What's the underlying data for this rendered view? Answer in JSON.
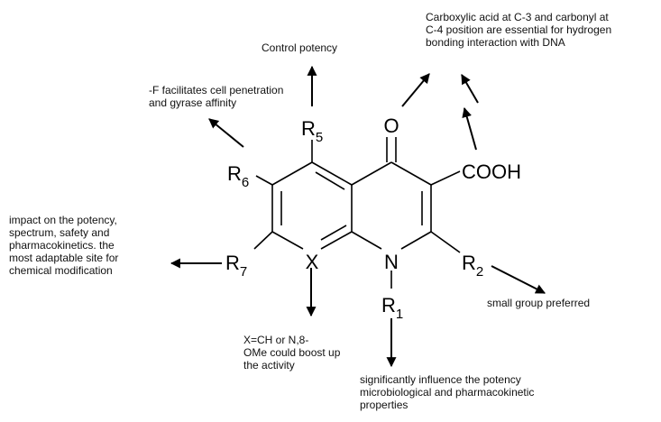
{
  "molecule": {
    "atoms": {
      "oxygen": "O",
      "carboxyl": "COOH",
      "nitrogen": "N",
      "x": "X",
      "r1": {
        "symbol": "R",
        "index": "1"
      },
      "r2": {
        "symbol": "R",
        "index": "2"
      },
      "r5": {
        "symbol": "R",
        "index": "5"
      },
      "r6": {
        "symbol": "R",
        "index": "6"
      },
      "r7": {
        "symbol": "R",
        "index": "7"
      }
    }
  },
  "annotations": {
    "carboxyl": [
      "Carboxylic acid at C-3 and carbonyl at",
      "C-4 position are essential for hydrogen",
      "bonding interaction with DNA"
    ],
    "r5": [
      "Control potency"
    ],
    "r6": [
      "-F facilitates cell penetration",
      "and gyrase affinity"
    ],
    "r7": [
      "impact on the potency,",
      "spectrum, safety and",
      "pharmacokinetics. the",
      "most adaptable site for",
      "chemical modification"
    ],
    "x": [
      "X=CH or N,8-",
      "OMe could boost up",
      "the activity"
    ],
    "r2": [
      "small group preferred"
    ],
    "r1": [
      "significantly influence the potency",
      "microbiological and pharmacokinetic",
      "properties"
    ]
  }
}
